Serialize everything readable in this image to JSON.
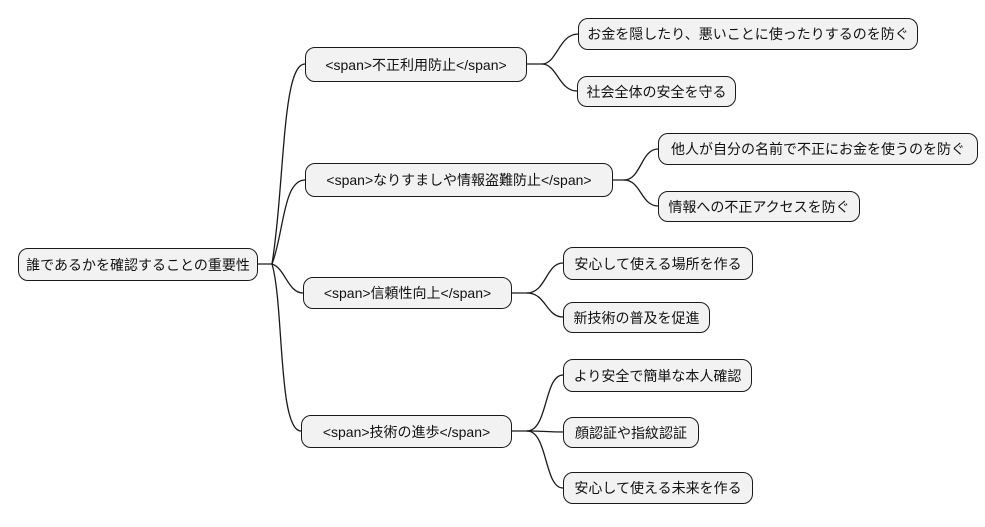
{
  "diagram": {
    "type": "mindmap",
    "background_color": "#ffffff",
    "node_fill_color": "#f2f2f2",
    "node_border_color": "#1a1a1a",
    "connector_color": "#1a1a1a",
    "text_color": "#111111",
    "root": {
      "label": "誰であるかを確認することの重要性"
    },
    "branches": [
      {
        "label": "<span>不正利用防止</span>",
        "children": [
          {
            "label": "お金を隠したり、悪いことに使ったりするのを防ぐ"
          },
          {
            "label": "社会全体の安全を守る"
          }
        ]
      },
      {
        "label": "<span>なりすましや情報盗難防止</span>",
        "children": [
          {
            "label": "他人が自分の名前で不正にお金を使うのを防ぐ"
          },
          {
            "label": "情報への不正アクセスを防ぐ"
          }
        ]
      },
      {
        "label": "<span>信頼性向上</span>",
        "children": [
          {
            "label": "安心して使える場所を作る"
          },
          {
            "label": "新技術の普及を促進"
          }
        ]
      },
      {
        "label": "<span>技術の進歩</span>",
        "children": [
          {
            "label": "より安全で簡単な本人確認"
          },
          {
            "label": "顔認証や指紋認証"
          },
          {
            "label": "安心して使える未来を作る"
          }
        ]
      }
    ]
  }
}
